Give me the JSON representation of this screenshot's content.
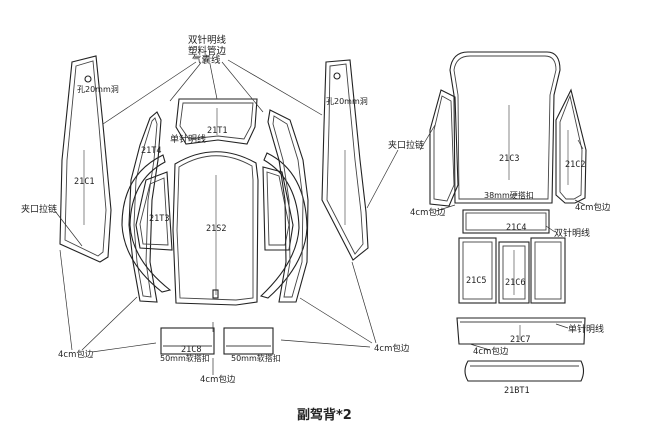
{
  "title": "副驾背*2",
  "labels": {
    "double_stitch_top": "双针明线",
    "plastic_piping": "塑料管边",
    "air_bag_line": "气囊线",
    "hole_left": "孔20mm洞",
    "hole_right": "孔20mm洞",
    "single_stitch_left": "单针明线",
    "zip_left": "夹口拉链",
    "zip_right": "夹口拉链",
    "wrap_4cm_left": "4cm包边",
    "wrap_4cm_center": "4cm包边",
    "wrap_4cm_right": "4cm包边",
    "wrap_4cm_21c4": "4cm包边",
    "wrap_4cm_21c2": "4cm包边",
    "wrap_4cm_21c7": "4cm包边",
    "hard_buckle": "38mm硬搭扣",
    "soft_buckle_left": "50mm软搭扣",
    "soft_buckle_right": "50mm软搭扣",
    "double_stitch_right": "双针明线",
    "single_stitch_right": "单针明线"
  },
  "parts": {
    "c1": "21C1",
    "t1": "21T1",
    "t4": "21T4",
    "t3": "21T3",
    "s2": "21S2",
    "c8": "21C8",
    "c3": "21C3",
    "c2": "21C2",
    "c4": "21C4",
    "c5": "21C5",
    "c6": "21C6",
    "c7": "21C7",
    "bt1": "21BT1"
  }
}
